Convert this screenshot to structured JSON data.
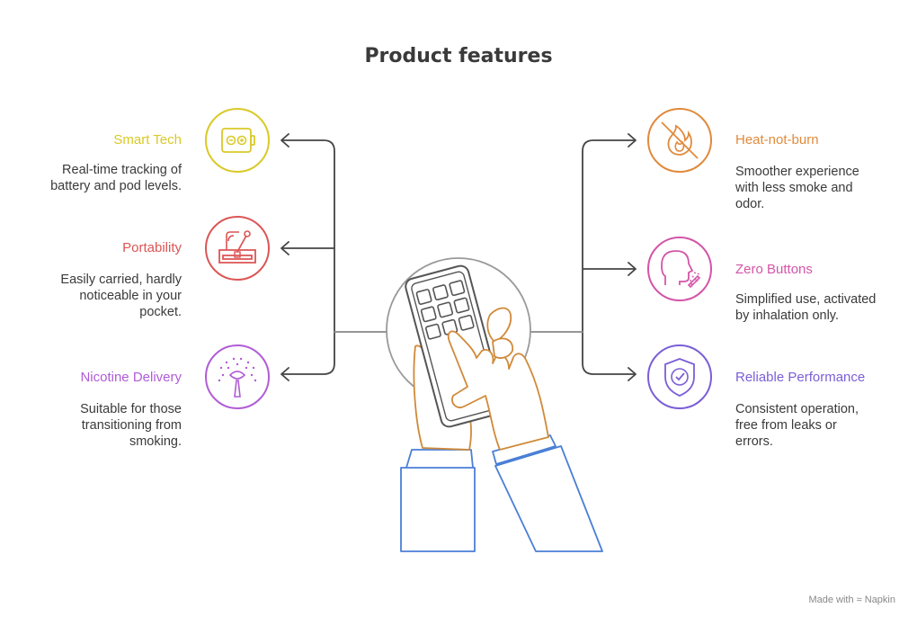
{
  "title": "Product features",
  "features": [
    {
      "title": "Smart Tech",
      "description": "Real-time tracking of\nbattery and pod levels.",
      "color": "#d9c928",
      "icon": "battery-icon"
    },
    {
      "title": "Portability",
      "description": "Easily carried, hardly\nnoticeable in your\npocket.",
      "color": "#dc5555",
      "icon": "pocket-device-icon"
    },
    {
      "title": "Nicotine Delivery",
      "description": "Suitable for those\ntransitioning from\nsmoking.",
      "color": "#b15cd6",
      "icon": "vapor-spray-icon"
    },
    {
      "title": "Heat-not-burn",
      "description": "Smoother experience\nwith less smoke and\nodor.",
      "color": "#e08a3c",
      "icon": "no-fire-icon"
    },
    {
      "title": "Zero Buttons",
      "description": "Simplified use, activated\nby inhalation only.",
      "color": "#d455a8",
      "icon": "inhale-face-icon"
    },
    {
      "title": "Reliable Performance",
      "description": "Consistent operation,\nfree from leaks or\nerrors.",
      "color": "#7b5fd6",
      "icon": "shield-check-icon"
    }
  ],
  "footer": {
    "made_with": "Made with",
    "brand": "Napkin"
  },
  "colors": {
    "connector": "#444444",
    "hub_ring": "#9a9a9a",
    "hand": "#d08a3a",
    "sleeve": "#4a7fd6",
    "device": "#555555"
  }
}
